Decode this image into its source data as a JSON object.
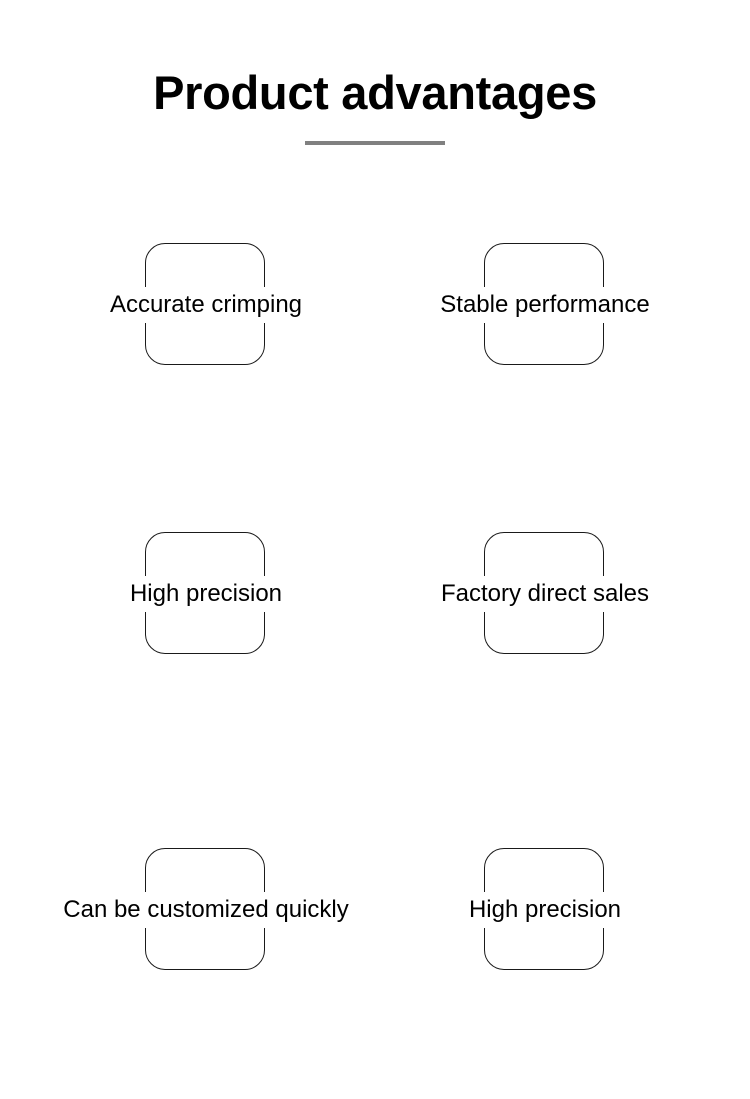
{
  "header": {
    "title": "Product advantages",
    "divider_color": "#808080"
  },
  "theme": {
    "background": "#ffffff",
    "text_color": "#000000",
    "border_color": "#1a1a1a",
    "accent": "#808080"
  },
  "features": {
    "columns": 2,
    "rows": 3,
    "items": [
      {
        "label": "Accurate crimping"
      },
      {
        "label": "Stable performance"
      },
      {
        "label": "High precision"
      },
      {
        "label": "Factory direct sales"
      },
      {
        "label": "Can be customized quickly"
      },
      {
        "label": "High precision"
      }
    ]
  }
}
